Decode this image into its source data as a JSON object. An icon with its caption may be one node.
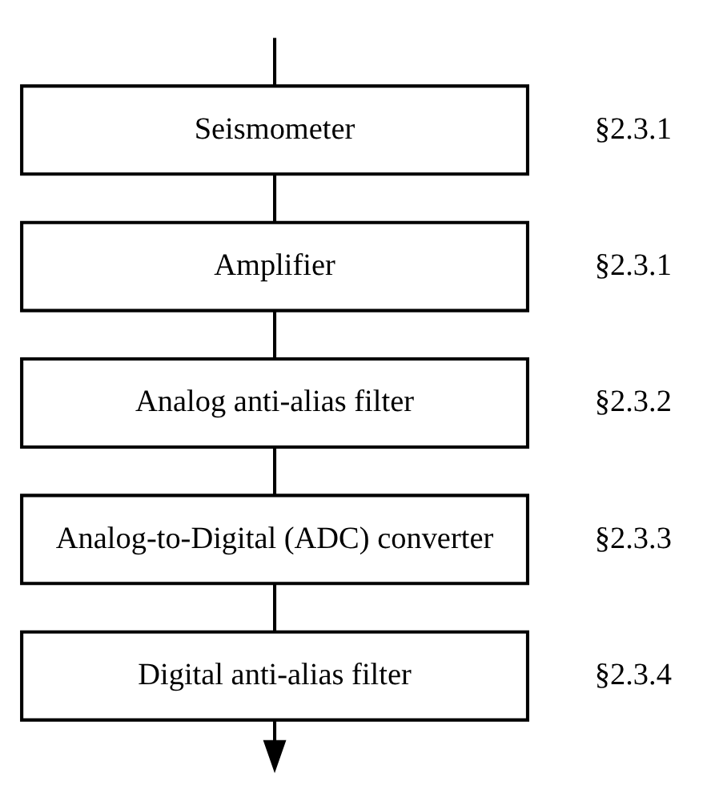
{
  "diagram": {
    "nodes": [
      {
        "text": [
          "Seismometer"
        ],
        "beside": [
          "§2.3.1"
        ]
      },
      {
        "text": [
          "Amplifier"
        ],
        "beside": [
          "§2.3.1"
        ]
      },
      {
        "text": [
          "Analog anti-alias filter"
        ],
        "beside": [
          "§2.3.2"
        ]
      },
      {
        "text": [
          "Analog-to-Digital (ADC) converter"
        ],
        "beside": [
          "§2.3.3"
        ]
      },
      {
        "text": [
          "Digital anti-alias filter"
        ],
        "beside": [
          "§2.3.4"
        ]
      }
    ],
    "edges": [
      {
        "from": null,
        "to": 0,
        "arrow": "none"
      },
      {
        "from": 0,
        "to": 1,
        "arrow": "none"
      },
      {
        "from": 1,
        "to": 2,
        "arrow": "none"
      },
      {
        "from": 2,
        "to": 3,
        "arrow": "none"
      },
      {
        "from": 3,
        "to": 4,
        "arrow": "none"
      },
      {
        "from": 4,
        "to": null,
        "arrow": "to"
      }
    ]
  }
}
